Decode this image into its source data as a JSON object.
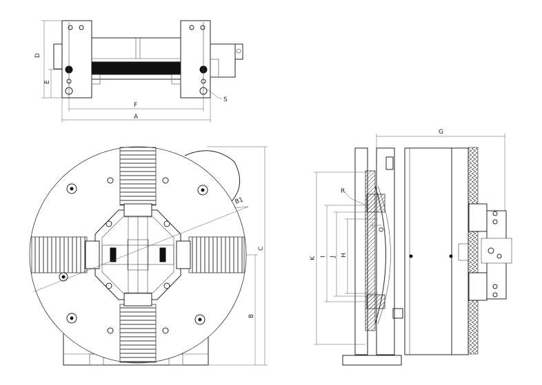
{
  "labels": {
    "A": "A",
    "B": "B",
    "B1": "B1",
    "C": "C",
    "D": "D",
    "E": "E",
    "F": "F",
    "G": "G",
    "H": "H",
    "I": "I",
    "J": "J",
    "K": "K",
    "O": "O",
    "R": "R",
    "S": "S"
  },
  "colors": {
    "line": "#222222",
    "fill_dark": "#111111",
    "background": "#ffffff"
  }
}
